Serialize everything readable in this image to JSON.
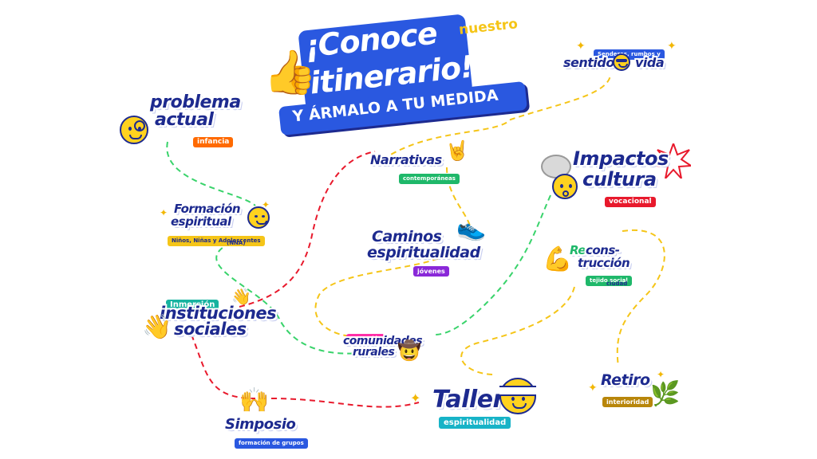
{
  "header": {
    "title_line1": "¡Conoce",
    "title_small": "nuestro",
    "title_line2": "itinerario!",
    "subtitle": "Y ÁRMALO A TU MEDIDA"
  },
  "nodes": {
    "problema": {
      "line1": "problema",
      "line2": "actual",
      "tag": "infancia"
    },
    "formacion": {
      "line1": "Formación",
      "line2": "espiritual",
      "tag": "Niños, Niñas y Adolescentes",
      "note": "(NNA)"
    },
    "inmersion_inst": {
      "tag": "Inmersión",
      "line1": "instituciones",
      "line2": "sociales"
    },
    "simposio": {
      "line1": "Simposio",
      "tag": "formación de grupos"
    },
    "narrativas": {
      "line1": "Narrativas",
      "tag": "contemporáneas"
    },
    "caminos": {
      "line1": "Caminos",
      "line2": "espiritualidad",
      "tag": "jóvenes"
    },
    "inmersion_rur": {
      "tag": "Inmersión",
      "line1": "comunidades",
      "line2": "rurales"
    },
    "taller": {
      "line1": "Taller",
      "tag": "espiritualidad"
    },
    "senderos": {
      "tag": "Senderos, rumbos y",
      "word1": "sentido",
      "word2": "vida"
    },
    "impactos": {
      "line1": "Impactos",
      "line2": "cultura",
      "tag": "vocacional"
    },
    "reconstruccion": {
      "line1a": "Re",
      "line1b": "cons-",
      "line2": "trucción",
      "tag": "tejido social",
      "note": "ciudad"
    },
    "retiro": {
      "line1": "Retiro",
      "tag": "interioridad"
    }
  },
  "colors": {
    "navy": "#1d2a8f",
    "blue": "#2a58e0",
    "yellow": "#ffd21f",
    "orange": "#ff6a00",
    "red": "#e8192c",
    "green": "#1fb86a",
    "purple": "#8a28d8",
    "teal": "#17b3c7",
    "pink": "#ff2fa8",
    "brown": "#b8860b"
  },
  "icons": [
    "thumbs-up-icon",
    "smiley-monocle-icon",
    "smiley-smirk-icon",
    "waving-hand-icon",
    "raised-hands-icon",
    "rock-hand-icon",
    "sneaker-icon",
    "cowboy-smiley-icon",
    "headband-smiley-icon",
    "sunglasses-smiley-icon",
    "exploding-head-icon",
    "flexed-arm-icon",
    "leaves-icon",
    "sparkle-icon"
  ]
}
